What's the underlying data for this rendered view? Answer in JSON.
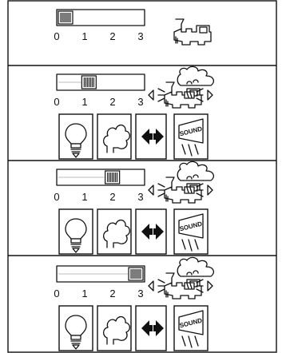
{
  "scale": {
    "ticks": [
      "0",
      "1",
      "2",
      "3"
    ],
    "max": 3
  },
  "icons": {
    "light": "light-bulb-icon",
    "smoke": "smoke-cloud-icon",
    "direction": "direction-arrows-icon",
    "sound": "sound-icon",
    "loco": "steam-locomotive-icon"
  },
  "icon_text": {
    "sound": "SOUND"
  },
  "panels": [
    {
      "slider_value": 0,
      "loco_active": false,
      "show_functions": false
    },
    {
      "slider_value": 1,
      "loco_active": true,
      "show_functions": true
    },
    {
      "slider_value": 2,
      "loco_active": true,
      "show_functions": true
    },
    {
      "slider_value": 3,
      "loco_active": true,
      "show_functions": true
    }
  ]
}
